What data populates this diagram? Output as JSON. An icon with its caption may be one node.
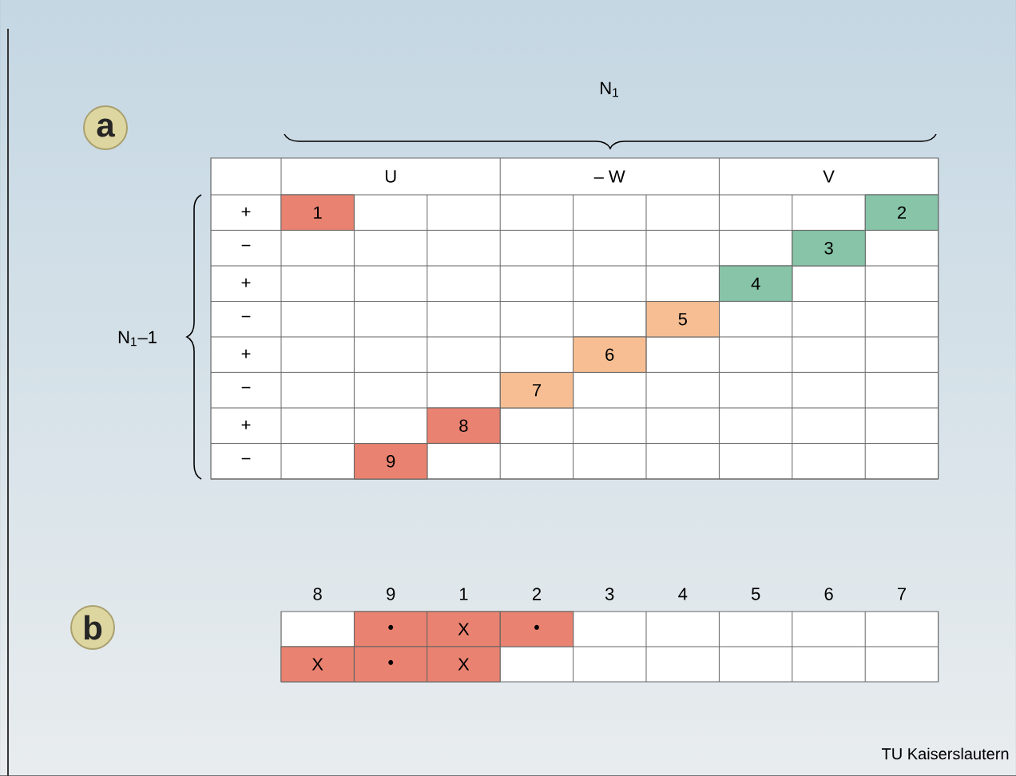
{
  "diagram": {
    "nodes": [
      {
        "text": [
          "a"
        ]
      },
      {
        "text": [
          "b"
        ]
      }
    ],
    "labels": [
      "N$_{1}$",
      "U",
      "– W",
      "V",
      "N$_{1}$–1",
      "+",
      "1",
      "2",
      "−",
      "3",
      "+",
      "4",
      "−",
      "5",
      "+",
      "6",
      "−",
      "7",
      "+",
      "8",
      "−",
      "9",
      "8",
      "9",
      "1",
      "2",
      "3",
      "4",
      "5",
      "6",
      "7",
      "•",
      "X",
      "•",
      "X",
      "•",
      "X",
      "TU Kaiserslautern"
    ]
  }
}
